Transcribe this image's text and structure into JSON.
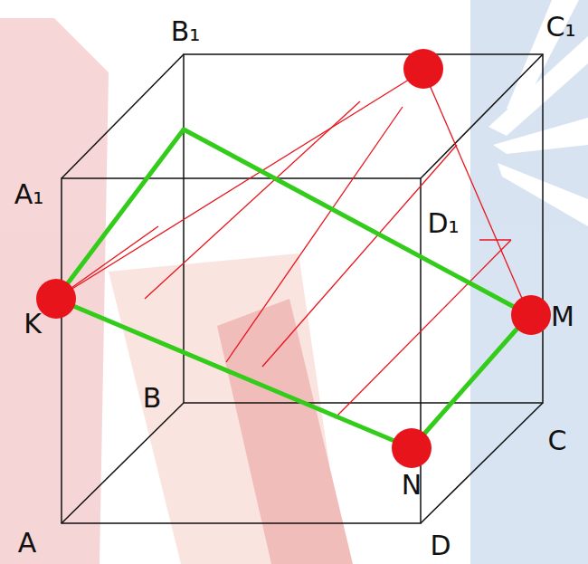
{
  "diagram": {
    "labels": [
      "B₁",
      "C₁",
      "A₁",
      "D₁",
      "K",
      "M",
      "B",
      "C",
      "N",
      "A",
      "D"
    ]
  }
}
